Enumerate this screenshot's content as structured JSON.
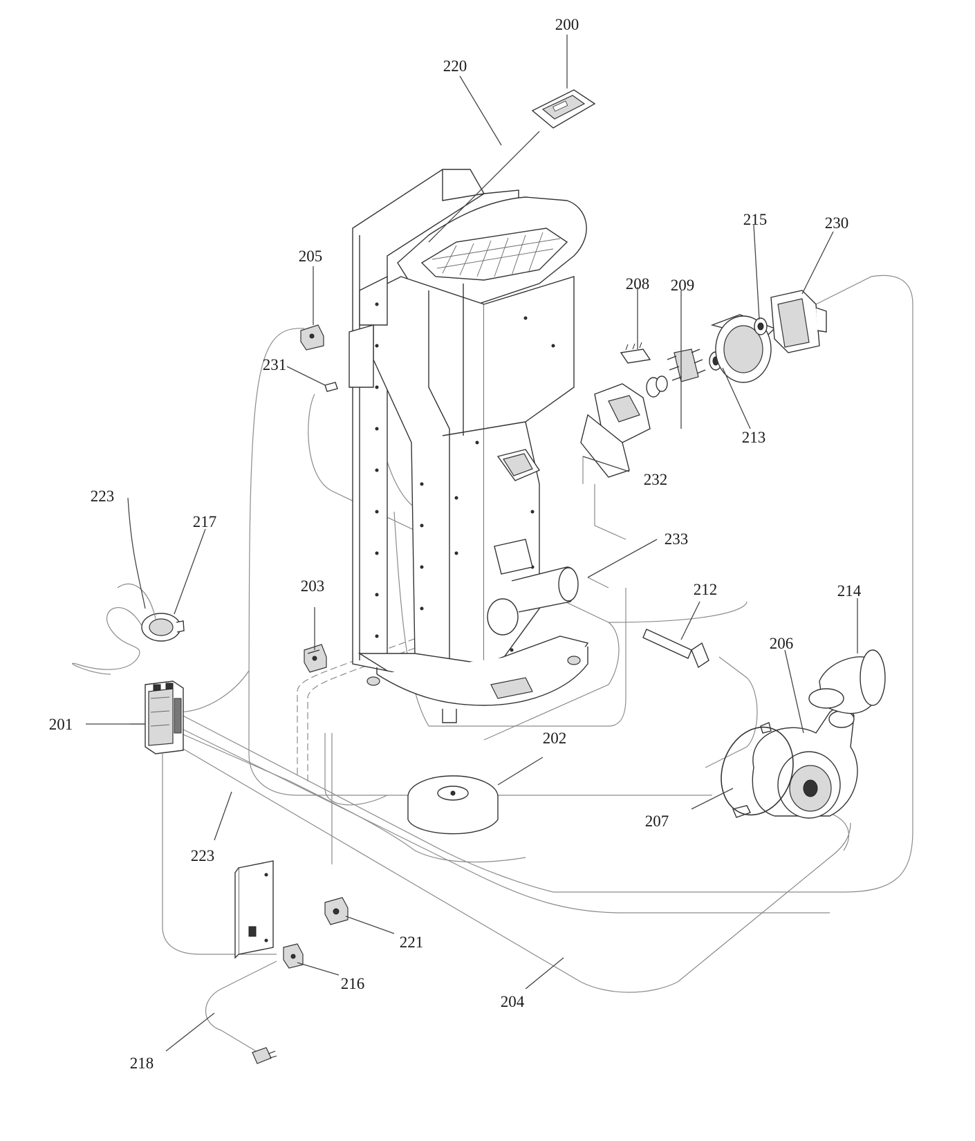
{
  "diagram": {
    "labels": {
      "p200": "200",
      "p201": "201",
      "p202": "202",
      "p203": "203",
      "p204": "204",
      "p205": "205",
      "p206": "206",
      "p207": "207",
      "p208": "208",
      "p209": "209",
      "p212": "212",
      "p213": "213",
      "p214": "214",
      "p215": "215",
      "p216": "216",
      "p217": "217",
      "p218": "218",
      "p220": "220",
      "p221": "221",
      "p223a": "223",
      "p223b": "223",
      "p230": "230",
      "p231": "231",
      "p232": "232",
      "p233": "233"
    }
  }
}
